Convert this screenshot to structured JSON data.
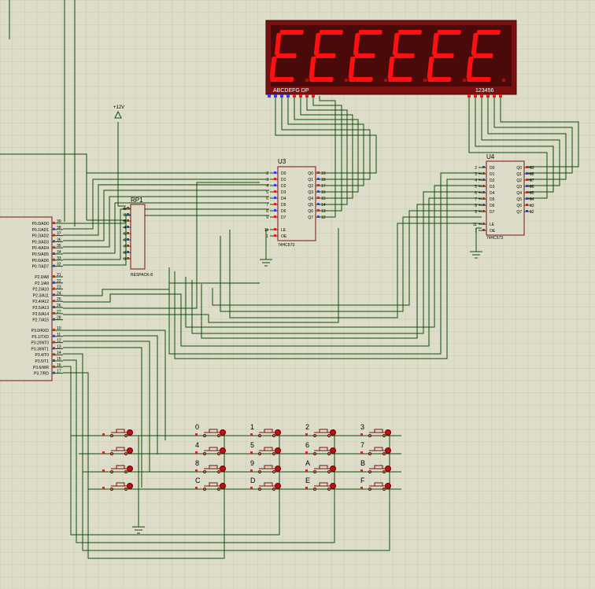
{
  "display": {
    "digits": [
      "E",
      "E",
      "E",
      "E",
      "E",
      "E"
    ],
    "segment_label": "ABCDEFG DP",
    "digit_label": "123456",
    "segment_color": "#ff1010",
    "panel_color": "#6a1010"
  },
  "power": {
    "label": "+12V"
  },
  "rp1": {
    "ref": "RP1",
    "part": "RESPACK-8",
    "pins": [
      "1",
      "2",
      "3",
      "4",
      "5",
      "6",
      "7",
      "8",
      "9"
    ]
  },
  "u3": {
    "ref": "U3",
    "part": "74HC573",
    "left_pins": [
      {
        "num": "2",
        "name": "D0"
      },
      {
        "num": "3",
        "name": "D1"
      },
      {
        "num": "4",
        "name": "D2"
      },
      {
        "num": "5",
        "name": "D3"
      },
      {
        "num": "6",
        "name": "D4"
      },
      {
        "num": "7",
        "name": "D5"
      },
      {
        "num": "8",
        "name": "D6"
      },
      {
        "num": "9",
        "name": "D7"
      }
    ],
    "right_pins": [
      {
        "num": "19",
        "name": "Q0"
      },
      {
        "num": "18",
        "name": "Q1"
      },
      {
        "num": "17",
        "name": "Q2"
      },
      {
        "num": "16",
        "name": "Q3"
      },
      {
        "num": "15",
        "name": "Q4"
      },
      {
        "num": "14",
        "name": "Q5"
      },
      {
        "num": "13",
        "name": "Q6"
      },
      {
        "num": "12",
        "name": "Q7"
      }
    ],
    "ctrl_pins": [
      {
        "num": "11",
        "name": "LE"
      },
      {
        "num": "1",
        "name": "OE"
      }
    ]
  },
  "u4": {
    "ref": "U4",
    "part": "74HC573",
    "left_pins": [
      {
        "num": "2",
        "name": "D0"
      },
      {
        "num": "3",
        "name": "D1"
      },
      {
        "num": "4",
        "name": "D2"
      },
      {
        "num": "5",
        "name": "D3"
      },
      {
        "num": "6",
        "name": "D4"
      },
      {
        "num": "7",
        "name": "D5"
      },
      {
        "num": "8",
        "name": "D6"
      },
      {
        "num": "9",
        "name": "D7"
      }
    ],
    "right_pins": [
      {
        "num": "19",
        "name": "Q0"
      },
      {
        "num": "18",
        "name": "Q1"
      },
      {
        "num": "17",
        "name": "Q2"
      },
      {
        "num": "16",
        "name": "Q3"
      },
      {
        "num": "15",
        "name": "Q4"
      },
      {
        "num": "14",
        "name": "Q5"
      },
      {
        "num": "13",
        "name": "Q6"
      },
      {
        "num": "12",
        "name": "Q7"
      }
    ],
    "ctrl_pins": [
      {
        "num": "11",
        "name": "LE"
      },
      {
        "num": "1",
        "name": "OE"
      }
    ]
  },
  "mcu": {
    "groups": [
      [
        {
          "num": "39",
          "name": "P0.0/AD0"
        },
        {
          "num": "38",
          "name": "P0.1/AD1"
        },
        {
          "num": "37",
          "name": "P0.2/AD2"
        },
        {
          "num": "36",
          "name": "P0.3/AD3"
        },
        {
          "num": "35",
          "name": "P0.4/AD4"
        },
        {
          "num": "34",
          "name": "P0.5/AD5"
        },
        {
          "num": "33",
          "name": "P0.6/AD6"
        },
        {
          "num": "32",
          "name": "P0.7/AD7"
        }
      ],
      [
        {
          "num": "21",
          "name": "P2.0/A8"
        },
        {
          "num": "22",
          "name": "P2.1/A9"
        },
        {
          "num": "23",
          "name": "P2.2/A10"
        },
        {
          "num": "24",
          "name": "P2.3/A11"
        },
        {
          "num": "25",
          "name": "P2.4/A12"
        },
        {
          "num": "26",
          "name": "P2.5/A13"
        },
        {
          "num": "27",
          "name": "P2.6/A14"
        },
        {
          "num": "28",
          "name": "P2.7/A15"
        }
      ],
      [
        {
          "num": "10",
          "name": "P3.0/RXD"
        },
        {
          "num": "11",
          "name": "P3.1/TXD"
        },
        {
          "num": "12",
          "name": "P3.2/INT0"
        },
        {
          "num": "13",
          "name": "P3.3/INT1"
        },
        {
          "num": "14",
          "name": "P3.4/T0"
        },
        {
          "num": "15",
          "name": "P3.5/T1"
        },
        {
          "num": "16",
          "name": "P3.6/WR"
        },
        {
          "num": "17",
          "name": "P3.7/RD"
        }
      ]
    ]
  },
  "keypad": {
    "labels": [
      [
        "0",
        "1",
        "2",
        "3"
      ],
      [
        "4",
        "5",
        "6",
        "7"
      ],
      [
        "8",
        "9",
        "A",
        "B"
      ],
      [
        "C",
        "D",
        "E",
        "F"
      ]
    ]
  },
  "colors": {
    "wire": "#0d4d0d",
    "component": "#7a1010",
    "chip_fill": "#dcdcc8",
    "grid": "#c8c8b2"
  }
}
